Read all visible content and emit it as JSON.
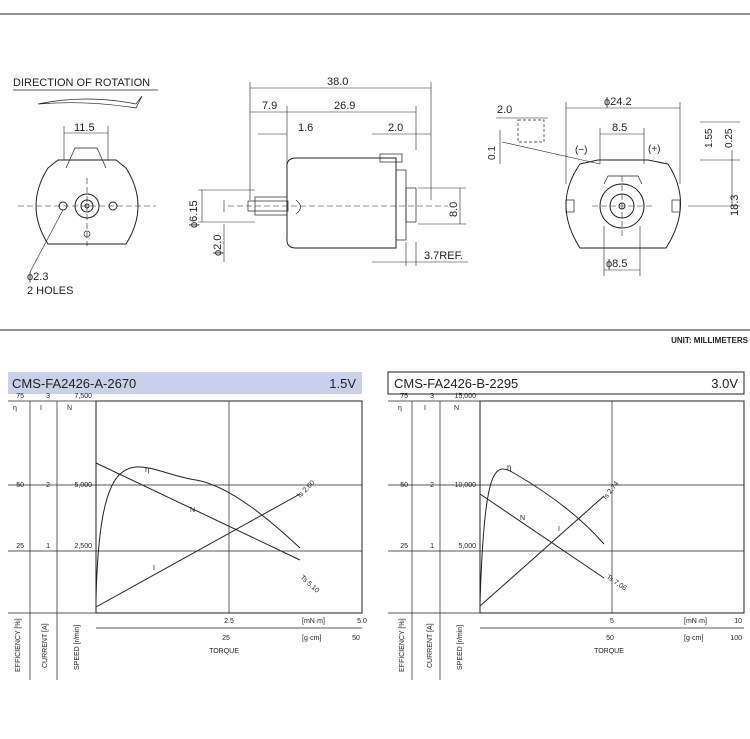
{
  "drawing": {
    "direction_label": "DIRECTION OF ROTATION",
    "front": {
      "width": "11.5",
      "hole_dia": "ϕ2.3",
      "holes": "2 HOLES"
    },
    "side": {
      "total": "38.0",
      "d1": "7.9",
      "d2": "26.9",
      "d3": "1.6",
      "d4": "2.0",
      "shaft_hub": "ϕ6.15",
      "shaft": "ϕ2.0",
      "height": "8.0",
      "ref": "3.7REF."
    },
    "rear": {
      "dia": "ϕ24.2",
      "w": "8.5",
      "t": "2.0",
      "t2": "0.1",
      "minus": "(−)",
      "plus": "(+)",
      "h1": "1.55",
      "h2": "0.25",
      "h3": "18.3",
      "hub": "ϕ8.5"
    },
    "unit": "UNIT: MILLIMETERS"
  },
  "charts": [
    {
      "header": {
        "model": "CMS-FA2426-A-2670",
        "voltage": "1.5V",
        "bg": "#c9d0ea"
      },
      "plot_bg": "#dde2f2",
      "col_heads": [
        "η",
        "I",
        "N"
      ],
      "top_vals": [
        "75",
        "3",
        "7,500"
      ],
      "row1": [
        "50",
        "2",
        "5,000"
      ],
      "row2": [
        "25",
        "1",
        "2,500"
      ],
      "x_mnm": [
        "2.5",
        "[mN·m]",
        "5.0"
      ],
      "x_gcm": [
        "25",
        "[g·cm]",
        "50"
      ],
      "torque": "TORQUE",
      "axis_names": [
        "EFFICIENCY [%]",
        "CURRENT [A]",
        "SPEED [r/min]"
      ],
      "labels": {
        "eta": "η",
        "n": "N",
        "i": "I",
        "is": "Is 2.60",
        "ts": "Ts 5.10"
      }
    },
    {
      "header": {
        "model": "CMS-FA2426-B-2295",
        "voltage": "3.0V",
        "bg": "#ffffff"
      },
      "plot_bg": "#ffffff",
      "col_heads": [
        "η",
        "I",
        "N"
      ],
      "top_vals": [
        "75",
        "3",
        "15,000"
      ],
      "row1": [
        "50",
        "2",
        "10,000"
      ],
      "row2": [
        "25",
        "1",
        "5,000"
      ],
      "x_mnm": [
        "5",
        "[mN·m]",
        "10"
      ],
      "x_gcm": [
        "50",
        "[g·cm]",
        "100"
      ],
      "torque": "TORQUE",
      "axis_names": [
        "EFFICIENCY [%]",
        "CURRENT [A]",
        "SPEED [r/min]"
      ],
      "labels": {
        "eta": "η",
        "n": "N",
        "i": "I",
        "is": "Is 2.74",
        "ts": "Ts 7.06"
      }
    }
  ]
}
